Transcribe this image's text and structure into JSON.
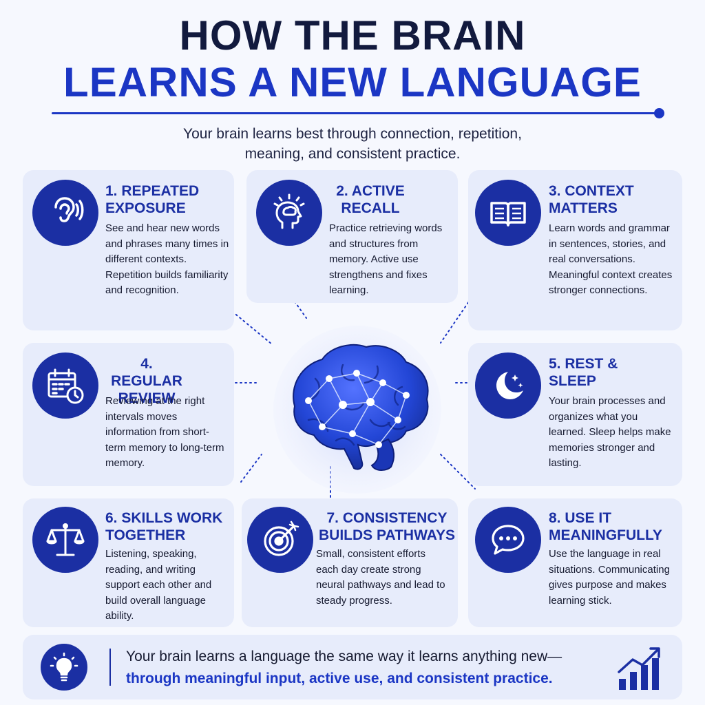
{
  "header": {
    "title_line1": "HOW THE BRAIN",
    "title_line2": "LEARNS A NEW LANGUAGE",
    "subtitle_line1": "Your brain learns best through connection, repetition,",
    "subtitle_line2": "meaning, and consistent practice."
  },
  "cards": [
    {
      "title": "1.  REPEATED\nEXPOSURE",
      "body": "See and hear new words and phrases many times in different contexts. Repetition builds familiarity and recognition.",
      "icon": "ear-icon"
    },
    {
      "title": "2. ACTIVE\nRECALL",
      "body": "Practice retrieving words and structures from memory. Active use strengthens and fixes learning.",
      "icon": "head-brain-icon"
    },
    {
      "title": "3. CONTEXT\nMATTERS",
      "body": "Learn words and grammar in sentences, stories, and real conversations. Meaningful context creates stronger connections.",
      "icon": "open-book-icon"
    },
    {
      "title": "4. REGULAR\nREVIEW",
      "body": "Reviewing at the right intervals moves information from short-term memory to long-term memory.",
      "icon": "calendar-clock-icon"
    },
    {
      "title": "5. REST &\nSLEEP",
      "body": "Your brain processes and organizes what you learned. Sleep helps make memories stronger and lasting.",
      "icon": "moon-stars-icon"
    },
    {
      "title": "6. SKILLS WORK\nTOGETHER",
      "body": "Listening, speaking, reading, and writing support each other and build overall language ability.",
      "icon": "balance-scale-icon"
    },
    {
      "title": "7. CONSISTENCY\nBUILDS PATHWAYS",
      "body": "Small, consistent efforts each day create strong neural pathways and lead to steady progress.",
      "icon": "target-icon"
    },
    {
      "title": "8. USE IT\nMEANINGFULLY",
      "body": "Use the language in real situations. Communicating gives purpose and makes learning stick.",
      "icon": "speech-bubble-icon"
    }
  ],
  "banner": {
    "line1": "Your brain learns a language the same way it learns anything new—",
    "line2": "through meaningful input, active use, and consistent practice."
  },
  "colors": {
    "accent": "#1b36c4",
    "icon_bg": "#1b2fa3",
    "card_bg": "#e7ecfb",
    "page_bg": "#f6f8fe"
  }
}
